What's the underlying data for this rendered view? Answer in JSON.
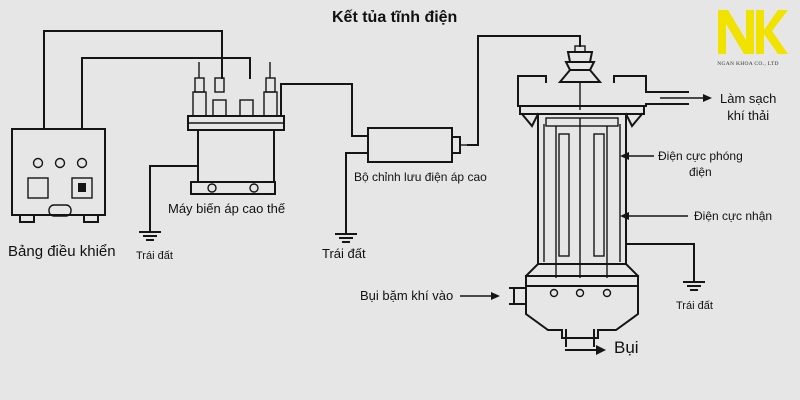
{
  "title": "Kết tủa tĩnh điện",
  "logo": {
    "mark": "NK",
    "company": "NGAN KHOA CO., LTD",
    "color": "#f2e200"
  },
  "labels": {
    "control_panel": "Bảng điều khiển",
    "transformer": "Máy biến áp cao thế",
    "rectifier": "Bộ chỉnh lưu điện áp cao",
    "ground_1": "Trái đất",
    "ground_2": "Trái đất",
    "ground_3": "Trái đất",
    "clean_gas": "Làm sạch\nkhí thải",
    "discharge_electrode": "Điện cực phóng\nđiện",
    "collecting_electrode": "Điện cực nhận",
    "dust_inlet": "Bụi bặm khí vào",
    "dust_out": "Bụi"
  },
  "icons": {
    "ground": "ground-symbol-icon",
    "arrow": "arrow-right-icon",
    "logo": "nk-logo-icon"
  },
  "colors": {
    "background": "#e6e6e6",
    "ink": "#151515"
  }
}
